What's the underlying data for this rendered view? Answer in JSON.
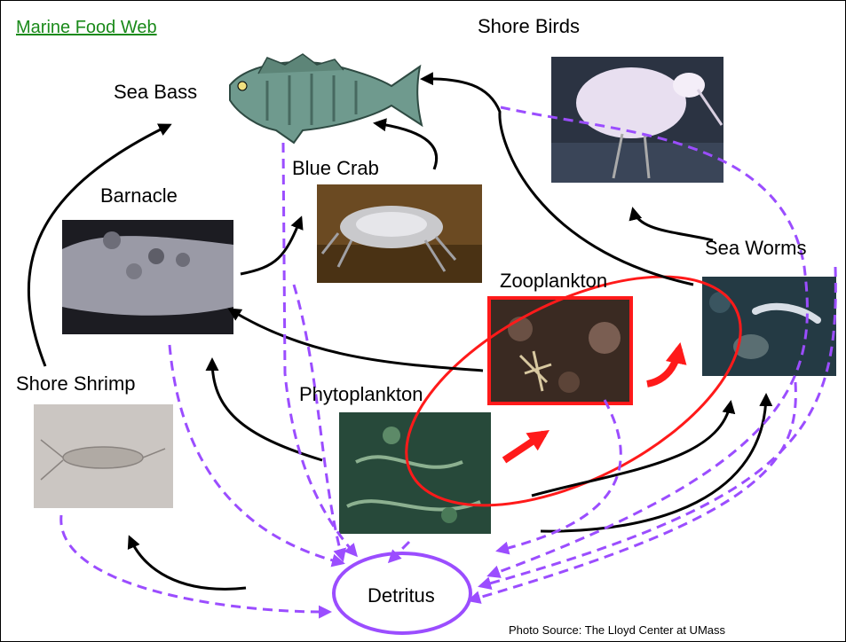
{
  "title": "Marine Food Web",
  "organisms": {
    "sea_bass": "Sea Bass",
    "shore_birds": "Shore Birds",
    "blue_crab": "Blue Crab",
    "barnacle": "Barnacle",
    "sea_worms": "Sea Worms",
    "zooplankton": "Zooplankton",
    "shore_shrimp": "Shore Shrimp",
    "phytoplankton": "Phytoplankton",
    "detritus": "Detritus"
  },
  "source": "Photo Source: The Lloyd Center at UMass",
  "colors": {
    "title": "#1a8a1a",
    "arrow_black": "#000000",
    "arrow_dashed": "#9b4dff",
    "highlight": "#ff1a1a"
  }
}
